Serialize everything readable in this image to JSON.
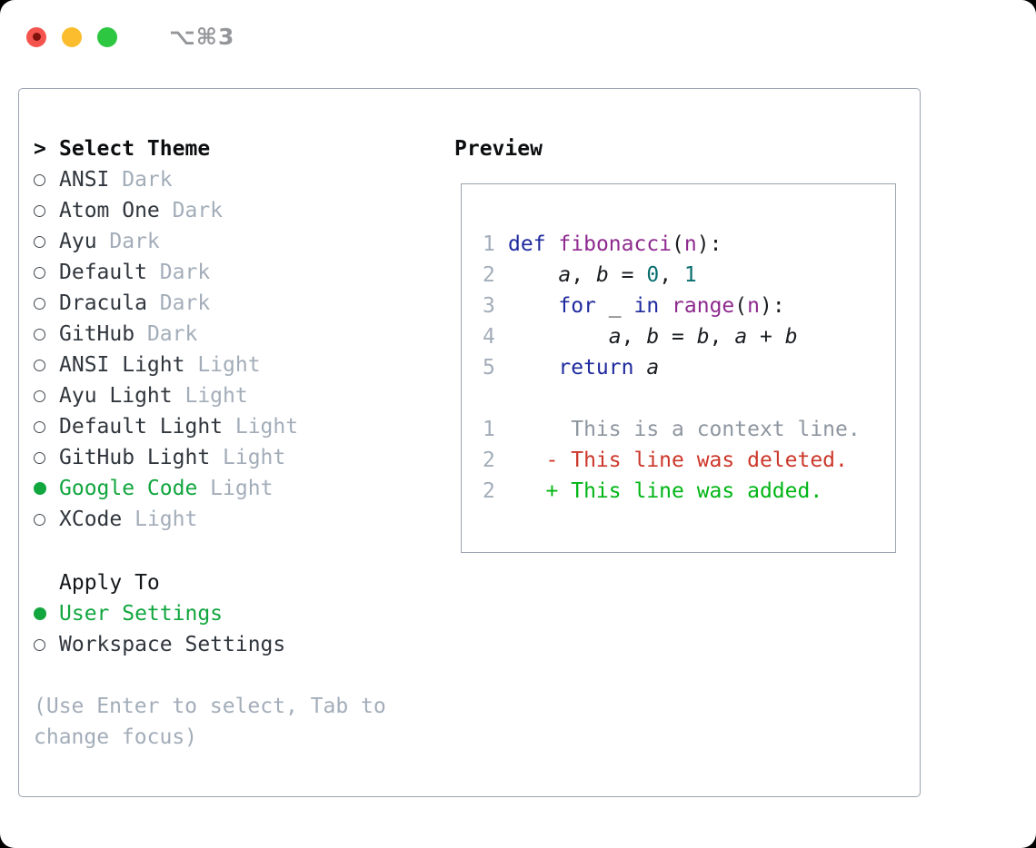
{
  "window": {
    "title": "⌥⌘3"
  },
  "colors": {
    "accent_green": "#11a63e",
    "muted_gray": "#a3adb9",
    "border_gray": "#9aa4b0",
    "keyword_blue": "#1e2a9e",
    "function_purple": "#8e2a8e",
    "number_teal": "#0a6e6e",
    "diff_deleted_red": "#cc372a",
    "diff_added_green": "#00b515",
    "traffic_red": "#f4544d",
    "traffic_yellow": "#fbbd2d",
    "traffic_green": "#2ec742"
  },
  "theme_picker": {
    "title_prefix": ">",
    "title": "Select Theme",
    "items": [
      {
        "name": "ANSI",
        "variant": "Dark",
        "selected": false
      },
      {
        "name": "Atom One",
        "variant": "Dark",
        "selected": false
      },
      {
        "name": "Ayu",
        "variant": "Dark",
        "selected": false
      },
      {
        "name": "Default",
        "variant": "Dark",
        "selected": false
      },
      {
        "name": "Dracula",
        "variant": "Dark",
        "selected": false
      },
      {
        "name": "GitHub",
        "variant": "Dark",
        "selected": false
      },
      {
        "name": "ANSI Light",
        "variant": "Light",
        "selected": false
      },
      {
        "name": "Ayu Light",
        "variant": "Light",
        "selected": false
      },
      {
        "name": "Default Light",
        "variant": "Light",
        "selected": false
      },
      {
        "name": "GitHub Light",
        "variant": "Light",
        "selected": false
      },
      {
        "name": "Google Code",
        "variant": "Light",
        "selected": true
      },
      {
        "name": "XCode",
        "variant": "Light",
        "selected": false
      }
    ],
    "apply_to": {
      "title": "Apply To",
      "options": [
        {
          "label": "User Settings",
          "selected": true
        },
        {
          "label": "Workspace Settings",
          "selected": false
        }
      ]
    },
    "hint": "(Use Enter to select, Tab to change focus)"
  },
  "preview": {
    "title": "Preview",
    "code_lines": [
      {
        "num": "1",
        "segments": [
          {
            "t": "def",
            "c": "kw"
          },
          {
            "t": " ",
            "c": "pl"
          },
          {
            "t": "fibonacci",
            "c": "fn"
          },
          {
            "t": "(",
            "c": "pl"
          },
          {
            "t": "n",
            "c": "fn"
          },
          {
            "t": "):",
            "c": "pl"
          }
        ]
      },
      {
        "num": "2",
        "segments": [
          {
            "t": "    ",
            "c": "pl"
          },
          {
            "t": "a",
            "c": "var"
          },
          {
            "t": ", ",
            "c": "pl"
          },
          {
            "t": "b",
            "c": "var"
          },
          {
            "t": " = ",
            "c": "pl"
          },
          {
            "t": "0",
            "c": "num"
          },
          {
            "t": ", ",
            "c": "pl"
          },
          {
            "t": "1",
            "c": "num"
          }
        ]
      },
      {
        "num": "3",
        "segments": [
          {
            "t": "    ",
            "c": "pl"
          },
          {
            "t": "for",
            "c": "kw"
          },
          {
            "t": " _ ",
            "c": "pl"
          },
          {
            "t": "in",
            "c": "kw"
          },
          {
            "t": " ",
            "c": "pl"
          },
          {
            "t": "range",
            "c": "fn"
          },
          {
            "t": "(",
            "c": "pl"
          },
          {
            "t": "n",
            "c": "fn"
          },
          {
            "t": "):",
            "c": "pl"
          }
        ]
      },
      {
        "num": "4",
        "segments": [
          {
            "t": "        ",
            "c": "pl"
          },
          {
            "t": "a",
            "c": "var"
          },
          {
            "t": ", ",
            "c": "pl"
          },
          {
            "t": "b",
            "c": "var"
          },
          {
            "t": " = ",
            "c": "pl"
          },
          {
            "t": "b",
            "c": "var"
          },
          {
            "t": ", ",
            "c": "pl"
          },
          {
            "t": "a",
            "c": "var"
          },
          {
            "t": " + ",
            "c": "pl"
          },
          {
            "t": "b",
            "c": "var"
          }
        ]
      },
      {
        "num": "5",
        "segments": [
          {
            "t": "    ",
            "c": "pl"
          },
          {
            "t": "return",
            "c": "kw"
          },
          {
            "t": " ",
            "c": "pl"
          },
          {
            "t": "a",
            "c": "var"
          }
        ]
      }
    ],
    "diff_lines": [
      {
        "num": "1",
        "text": "     This is a context line.",
        "type": "context"
      },
      {
        "num": "2",
        "text": "   - This line was deleted.",
        "type": "deleted"
      },
      {
        "num": "2",
        "text": "   + This line was added.",
        "type": "added"
      }
    ]
  }
}
